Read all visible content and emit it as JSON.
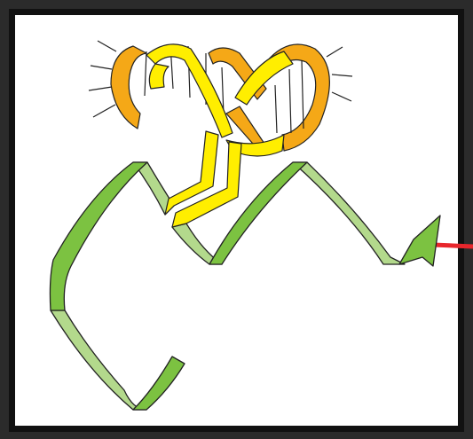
{
  "diagram": {
    "labels": [],
    "colors": {
      "background": "#2b2b2b",
      "frame": "#111111",
      "canvas": "#ffffff",
      "outline": "#222222",
      "ribbon_front": "#7cc241",
      "ribbon_back": "#b3d98c",
      "orange_strand": "#f5a817",
      "yellow_strand": "#ffee00",
      "arrow": "#7cc241",
      "exit_line": "#e8262c"
    },
    "elements": [
      {
        "name": "green-ribbon",
        "description_hidden": true
      },
      {
        "name": "orange-strand"
      },
      {
        "name": "yellow-strand"
      },
      {
        "name": "base-pair-rungs"
      },
      {
        "name": "arrow-head"
      },
      {
        "name": "exit-line"
      }
    ]
  }
}
